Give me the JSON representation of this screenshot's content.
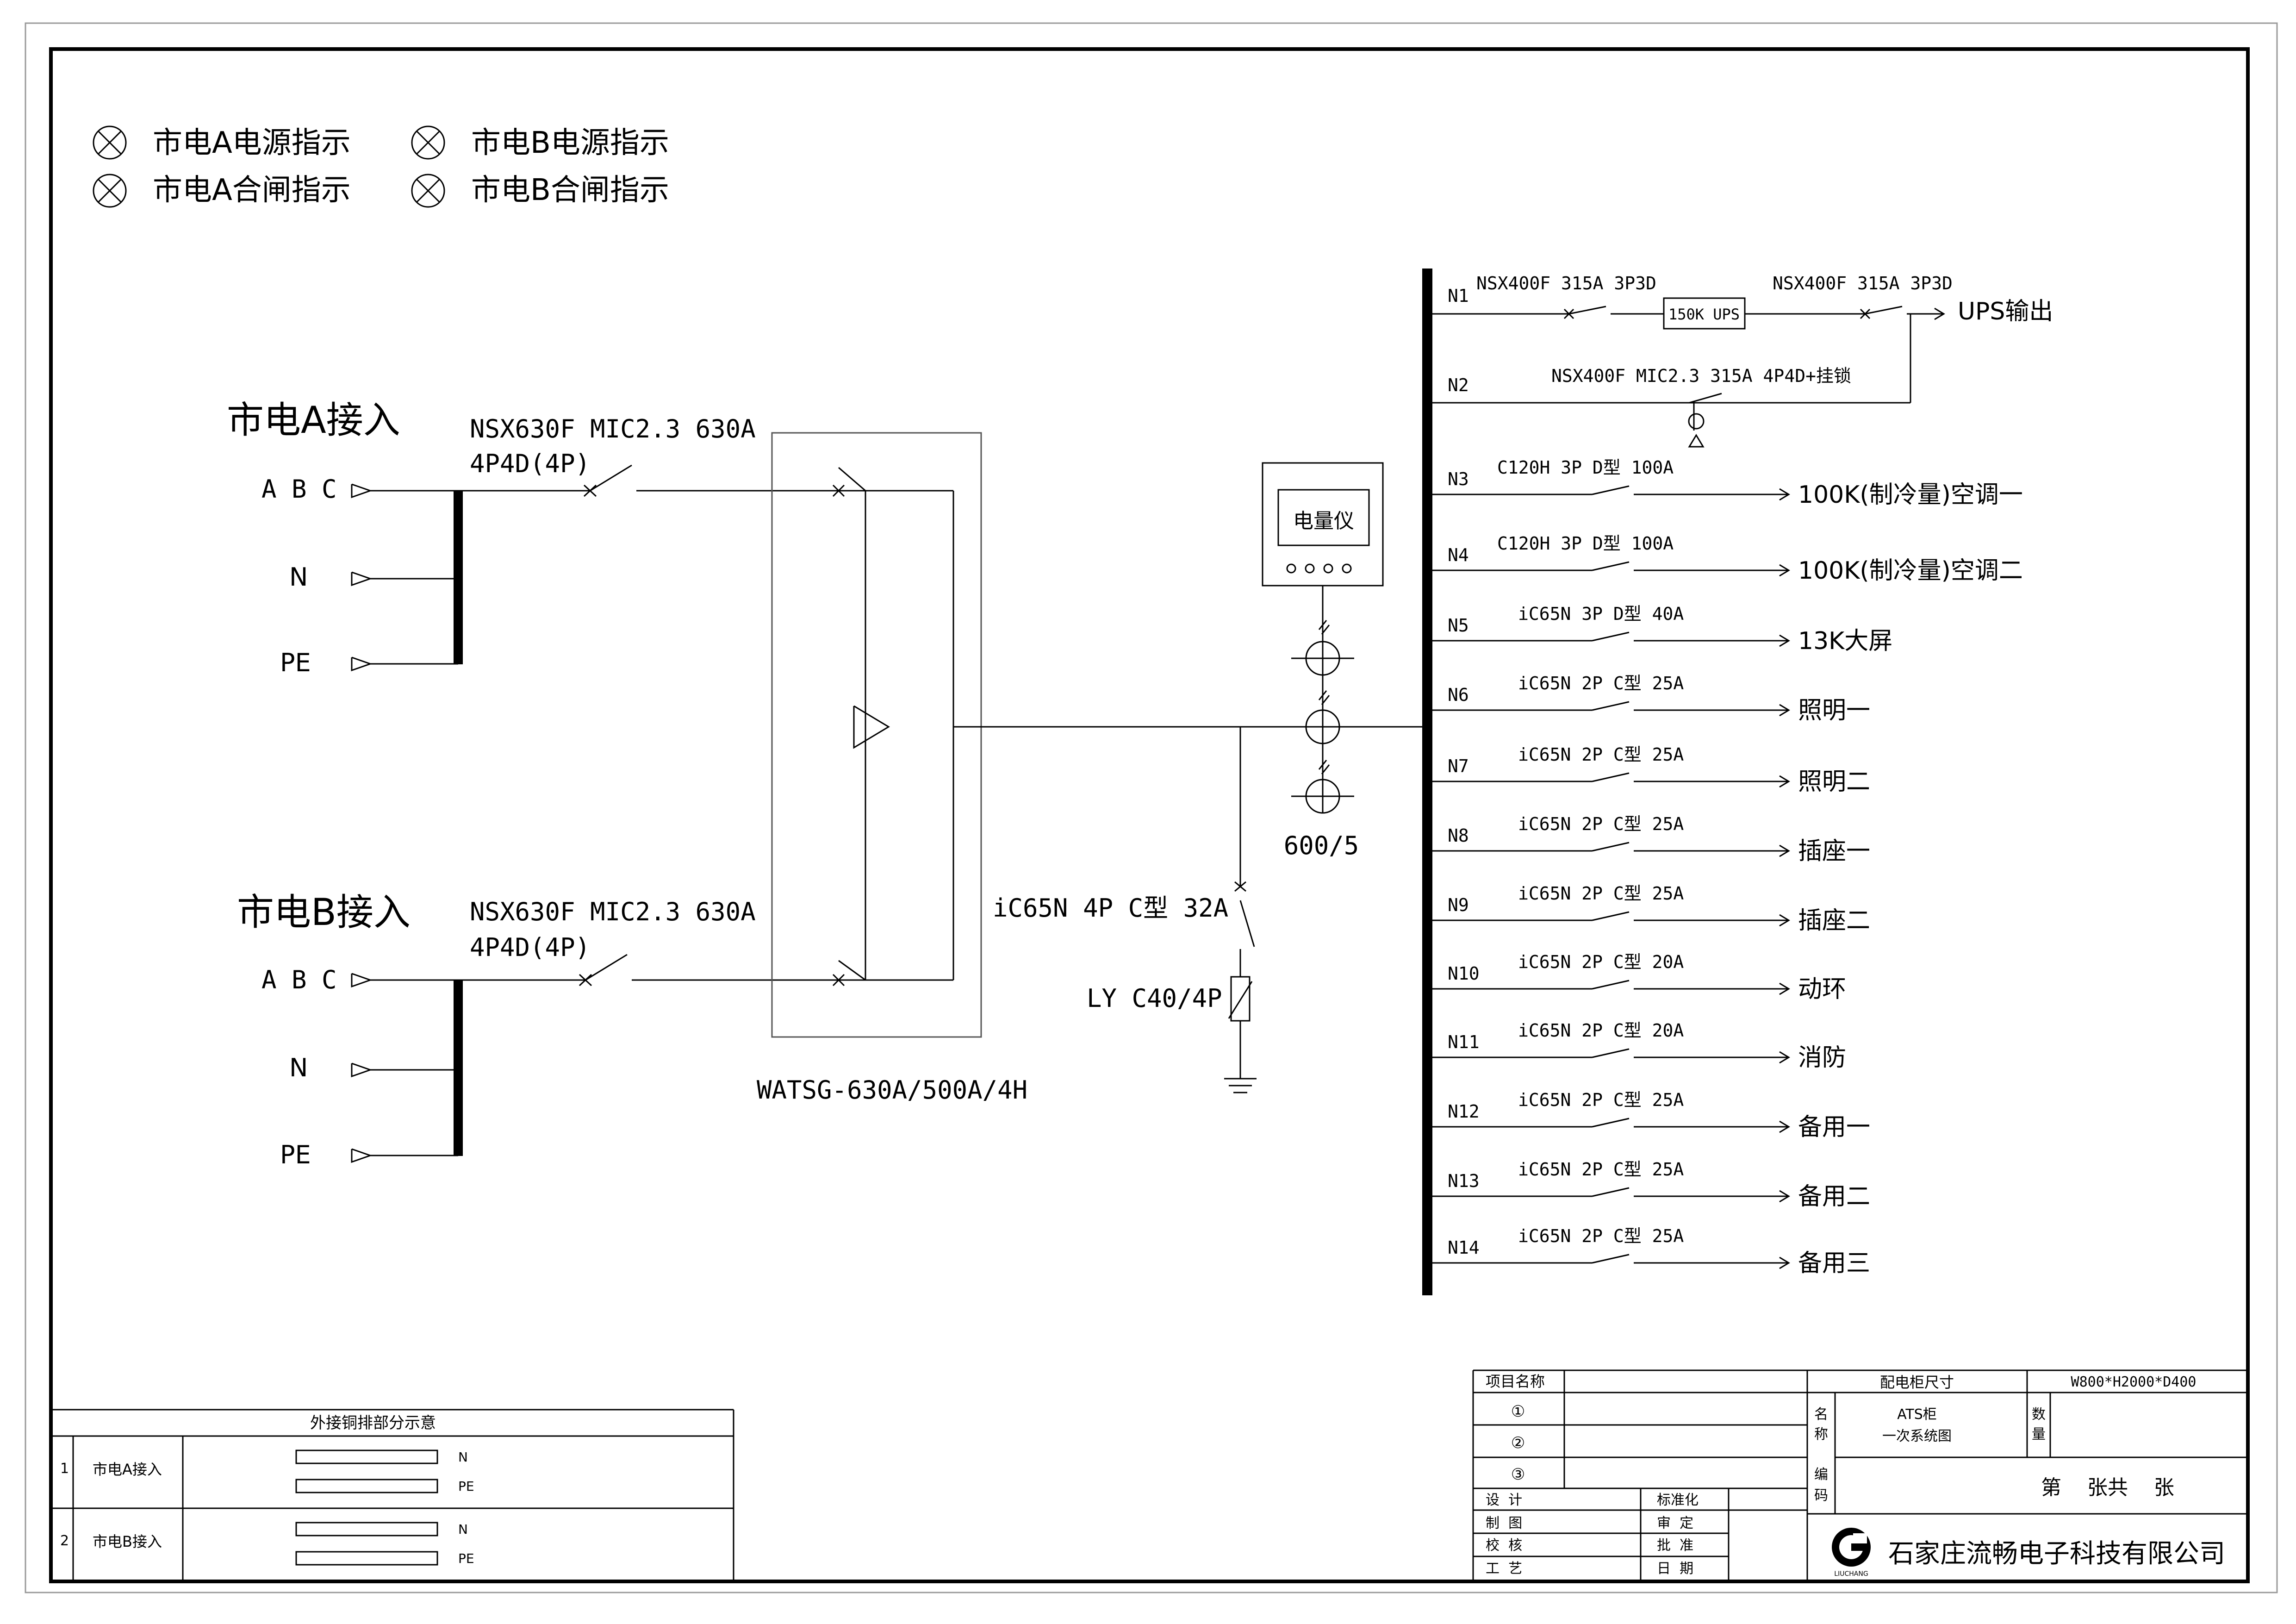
{
  "indicators": [
    {
      "label": "市电A电源指示"
    },
    {
      "label": "市电B电源指示"
    },
    {
      "label": "市电A合闸指示"
    },
    {
      "label": "市电B合闸指示"
    }
  ],
  "source_a": {
    "title": "市电A接入",
    "breaker_line1": "NSX630F MIC2.3 630A",
    "breaker_line2": "4P4D(4P)",
    "abc": "A B C",
    "n": "N",
    "pe": "PE"
  },
  "source_b": {
    "title": "市电B接入",
    "breaker_line1": "NSX630F MIC2.3 630A",
    "breaker_line2": "4P4D(4P)",
    "abc": "A B C",
    "n": "N",
    "pe": "PE"
  },
  "ats": {
    "label": "WATSG-630A/500A/4H"
  },
  "meter": {
    "label": "电量仪",
    "ct_label": "600/5"
  },
  "surge": {
    "breaker": "iC65N 4P C型 32A",
    "spd": "LY C40/4P"
  },
  "ups_row": {
    "breaker_in": "NSX400F 315A 3P3D",
    "ups_box": "150K UPS",
    "breaker_out": "NSX400F 315A 3P3D",
    "output": "UPS输出",
    "bypass": "NSX400F MIC2.3 315A 4P4D+挂锁"
  },
  "feeders": [
    {
      "id": "N1"
    },
    {
      "id": "N2"
    },
    {
      "id": "N3",
      "breaker": "C120H 3P D型 100A",
      "load": "100K(制冷量)空调一"
    },
    {
      "id": "N4",
      "breaker": "C120H 3P D型 100A",
      "load": "100K(制冷量)空调二"
    },
    {
      "id": "N5",
      "breaker": "iC65N 3P D型 40A",
      "load": "13K大屏"
    },
    {
      "id": "N6",
      "breaker": "iC65N 2P C型 25A",
      "load": "照明一"
    },
    {
      "id": "N7",
      "breaker": "iC65N 2P C型 25A",
      "load": "照明二"
    },
    {
      "id": "N8",
      "breaker": "iC65N 2P C型 25A",
      "load": "插座一"
    },
    {
      "id": "N9",
      "breaker": "iC65N 2P C型 25A",
      "load": "插座二"
    },
    {
      "id": "N10",
      "breaker": "iC65N 2P C型 20A",
      "load": "动环"
    },
    {
      "id": "N11",
      "breaker": "iC65N 2P C型 20A",
      "load": "消防"
    },
    {
      "id": "N12",
      "breaker": "iC65N 2P C型 25A",
      "load": "备用一"
    },
    {
      "id": "N13",
      "breaker": "iC65N 2P C型 25A",
      "load": "备用二"
    },
    {
      "id": "N14",
      "breaker": "iC65N 2P C型 25A",
      "load": "备用三"
    }
  ],
  "copper_table": {
    "title": "外接铜排部分示意",
    "rows": [
      {
        "no": "1",
        "name": "市电A接入",
        "bar1": "N",
        "bar2": "PE"
      },
      {
        "no": "2",
        "name": "市电B接入",
        "bar1": "N",
        "bar2": "PE"
      }
    ]
  },
  "title_block": {
    "project_label": "项目名称",
    "project_items": [
      "①",
      "②",
      "③"
    ],
    "size_label": "配电柜尺寸",
    "size_value": "W800*H2000*D400",
    "name_label": "名称",
    "name_value_1": "ATS柜",
    "name_value_2": "一次系统图",
    "qty_label": "数量",
    "code_label": "编码",
    "sheet_text": "第    张共    张",
    "sign_rows": [
      {
        "left": "设  计",
        "right": "标准化"
      },
      {
        "left": "制  图",
        "right": "审  定"
      },
      {
        "left": "校  核",
        "right": "批  准"
      },
      {
        "left": "工  艺",
        "right": "日  期"
      }
    ],
    "logo_text": "LIUCHANG",
    "company": "石家庄流畅电子科技有限公司"
  }
}
